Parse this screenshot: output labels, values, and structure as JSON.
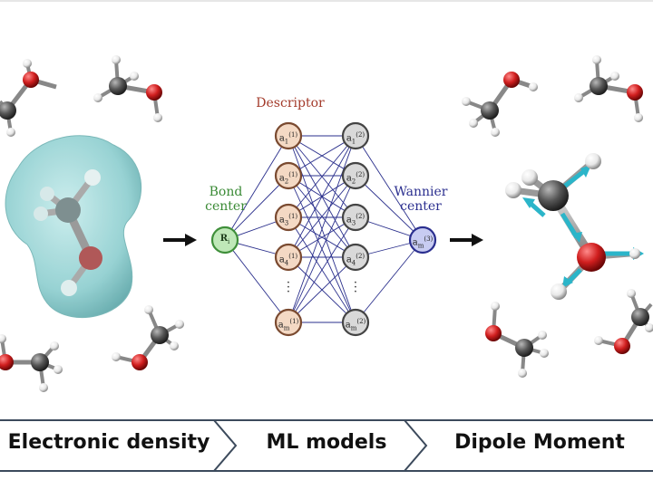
{
  "labels": {
    "descriptor": "Descriptor",
    "bond_line1": "Bond",
    "bond_line2": "center",
    "wannier_line1": "Wannier",
    "wannier_line2": "center"
  },
  "network": {
    "input_node": "R_i",
    "layer1": [
      "1",
      "2",
      "3",
      "4",
      "m"
    ],
    "layer2": [
      "1",
      "2",
      "3",
      "4",
      "m"
    ],
    "output_node": "m"
  },
  "bottom_bar": {
    "stage1": "Electronic density",
    "stage2": "ML models",
    "stage3": "Dipole Moment"
  },
  "colors": {
    "oxygen": "#d01e1e",
    "carbon": "#555555",
    "hydrogen": "#f2f2f2",
    "density_cloud": "#86c9c9",
    "dipole_arrow": "#2bb5c9",
    "descriptor_node": "#f4d9c4",
    "hidden_node": "#d9d9d9",
    "bond_node": "#bfe8b8",
    "wannier_node": "#c8ccf2",
    "edges": "#2a2f8c"
  }
}
